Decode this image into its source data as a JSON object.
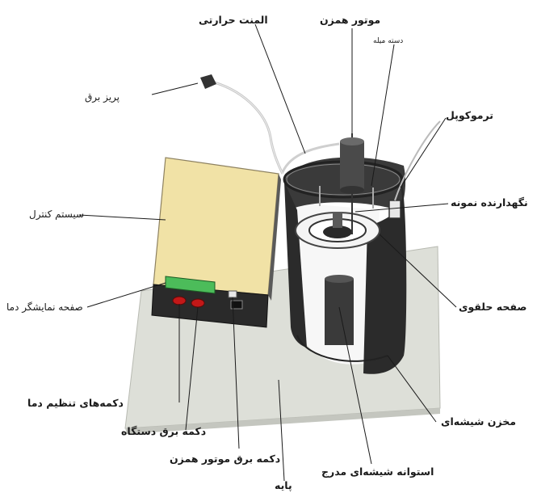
{
  "labels": {
    "power_plug": "پریز برق",
    "heating_element": "المنت حرارتی",
    "stirrer_motor": "موتور همزن",
    "stirrer_handle": "دسته میله",
    "thermocouple": "ترموکوپل",
    "sample_holder": "نگهدارنده نمونه",
    "control_system": "سیستم کنترل",
    "annular_plate": "صفحه حلقوی",
    "temperature_display": "صفحه نمایشگر دما",
    "temperature_buttons": "دکمه‌های تنظیم دما",
    "device_power_button": "دکمه برق دستگاه",
    "glass_vessel": "مخزن شیشه‌ای",
    "motor_power_button": "دکمه برق موتور همزن",
    "graduated_cylinder": "استوانه شیشه‌ای مدرج",
    "base": "پایه"
  },
  "colors": {
    "base_plate": "#dddfd8",
    "control_box_top": "#f1e2a6",
    "control_box_front": "#2a2a2a",
    "display_screen": "#4cbc5a",
    "buttons_red": "#c21818",
    "vessel_dark": "#2b2b2b",
    "motor": "#4a4a4a"
  }
}
